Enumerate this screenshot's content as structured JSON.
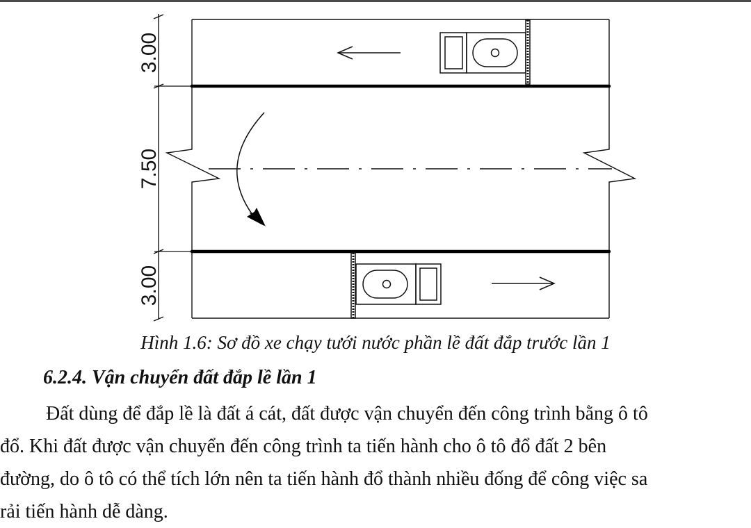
{
  "diagram": {
    "dimensions": {
      "top_shoulder": "3.00",
      "carriageway": "7.50",
      "bottom_shoulder": "3.00"
    },
    "icons": [
      "watering-truck-icon",
      "direction-arrow-icon",
      "turning-arrow-icon"
    ]
  },
  "caption": "Hình 1.6: Sơ đồ xe chạy tưới nước phần lề đất đắp trước lần 1",
  "section": {
    "heading": "6.2.4. Vận chuyển đất đắp lề lần 1",
    "paragraph_lines": [
      "Đất dùng để đắp lề là đất á cát, đất được vận chuyển đến công trình bằng ô tô",
      "đổ. Khi đất được vận chuyển đến công trình ta tiến hành cho ô tô đổ đất 2 bên",
      "đường, do ô tô có thể tích lớn nên ta tiến hành đổ thành nhiều đống để công việc sa",
      "rải tiến hành dễ dàng."
    ]
  }
}
